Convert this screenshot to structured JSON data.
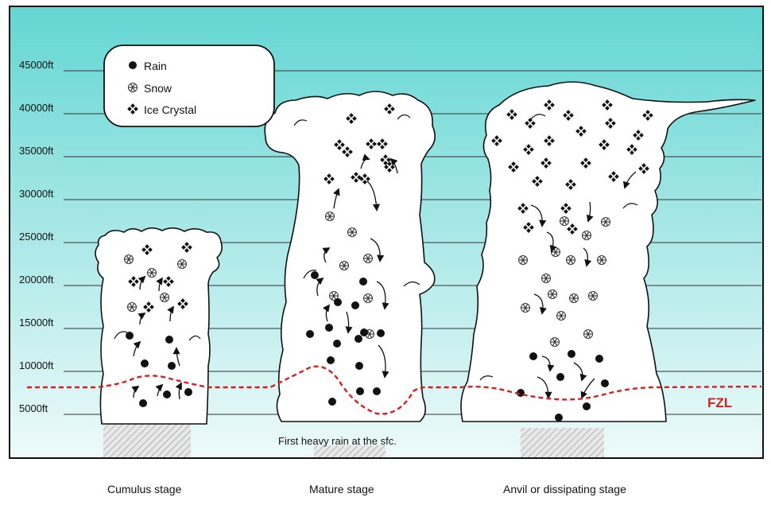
{
  "altitudes": [
    "45000ft",
    "40000ft",
    "35000ft",
    "30000ft",
    "25000ft",
    "20000ft",
    "15000ft",
    "10000ft",
    "5000ft"
  ],
  "legend": {
    "rain": "Rain",
    "snow": "Snow",
    "ice": "Ice Crystal"
  },
  "freezing_level_label": "FZL",
  "surface_note": "First heavy rain at the sfc.",
  "stages": {
    "cumulus": "Cumulus stage",
    "mature": "Mature stage",
    "anvil": "Anvil or dissipating stage"
  },
  "colors": {
    "sky_top": "#63d6d3",
    "sky_bottom": "#eefafa",
    "freezing_line": "#d62020"
  }
}
